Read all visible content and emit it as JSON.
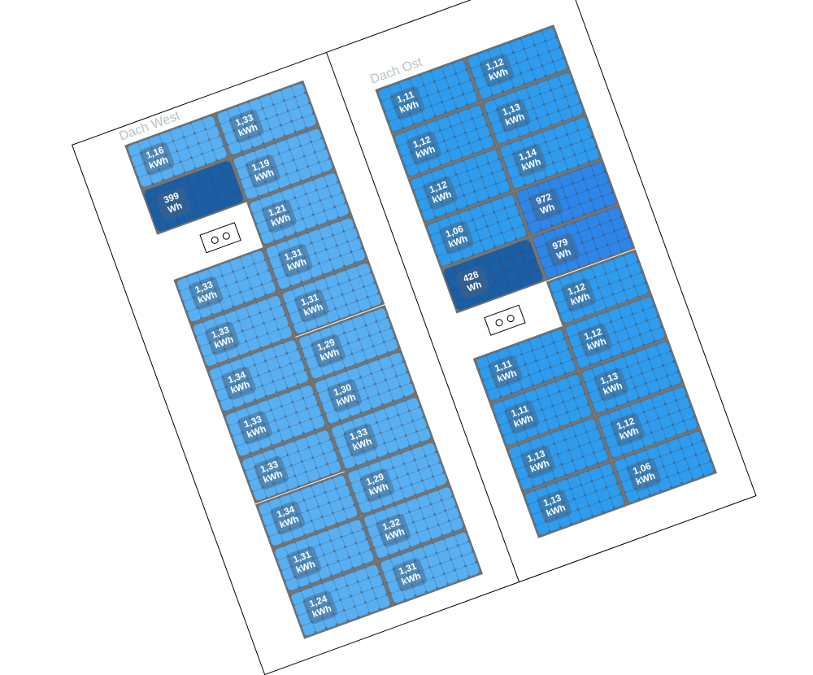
{
  "colors": {
    "normal_west": "#58b0f2",
    "normal_east": "#2f9ced",
    "medium": "#2d86e8",
    "dark": "#1a5ea6",
    "frame": "#6f6f6f"
  },
  "roofs": {
    "west": {
      "label": "Dach West",
      "col1_upper": [
        {
          "value": "1,16",
          "unit": "kWh",
          "tone": "normal"
        },
        {
          "value": "399",
          "unit": "Wh",
          "tone": "dark"
        }
      ],
      "col1_lower": [
        {
          "value": "1,33",
          "unit": "kWh",
          "tone": "normal"
        },
        {
          "value": "1,33",
          "unit": "kWh",
          "tone": "normal"
        },
        {
          "value": "1,34",
          "unit": "kWh",
          "tone": "normal"
        },
        {
          "value": "1,33",
          "unit": "kWh",
          "tone": "normal"
        },
        {
          "value": "1,33",
          "unit": "kWh",
          "tone": "normal"
        },
        {
          "value": "1,34",
          "unit": "kWh",
          "tone": "normal"
        },
        {
          "value": "1,31",
          "unit": "kWh",
          "tone": "normal"
        },
        {
          "value": "1,24",
          "unit": "kWh",
          "tone": "normal"
        }
      ],
      "col2": [
        {
          "value": "1,33",
          "unit": "kWh",
          "tone": "normal"
        },
        {
          "value": "1,19",
          "unit": "kWh",
          "tone": "normal"
        },
        {
          "value": "1,21",
          "unit": "kWh",
          "tone": "normal"
        },
        {
          "value": "1,31",
          "unit": "kWh",
          "tone": "normal"
        },
        {
          "value": "1,31",
          "unit": "kWh",
          "tone": "normal"
        },
        {
          "value": "1,29",
          "unit": "kWh",
          "tone": "normal"
        },
        {
          "value": "1,30",
          "unit": "kWh",
          "tone": "normal"
        },
        {
          "value": "1,33",
          "unit": "kWh",
          "tone": "normal"
        },
        {
          "value": "1,29",
          "unit": "kWh",
          "tone": "normal"
        },
        {
          "value": "1,32",
          "unit": "kWh",
          "tone": "normal"
        },
        {
          "value": "1,31",
          "unit": "kWh",
          "tone": "normal"
        }
      ]
    },
    "east": {
      "label": "Dach Ost",
      "col1_upper": [
        {
          "value": "1,11",
          "unit": "kWh",
          "tone": "normal"
        },
        {
          "value": "1,12",
          "unit": "kWh",
          "tone": "normal"
        },
        {
          "value": "1,12",
          "unit": "kWh",
          "tone": "normal"
        },
        {
          "value": "1,06",
          "unit": "kWh",
          "tone": "normal"
        },
        {
          "value": "428",
          "unit": "Wh",
          "tone": "dark"
        }
      ],
      "col1_lower": [
        {
          "value": "1,11",
          "unit": "kWh",
          "tone": "normal"
        },
        {
          "value": "1,11",
          "unit": "kWh",
          "tone": "normal"
        },
        {
          "value": "1,13",
          "unit": "kWh",
          "tone": "normal"
        },
        {
          "value": "1,13",
          "unit": "kWh",
          "tone": "normal"
        }
      ],
      "col2": [
        {
          "value": "1,12",
          "unit": "kWh",
          "tone": "normal"
        },
        {
          "value": "1,13",
          "unit": "kWh",
          "tone": "normal"
        },
        {
          "value": "1,14",
          "unit": "kWh",
          "tone": "normal"
        },
        {
          "value": "972",
          "unit": "Wh",
          "tone": "medium"
        },
        {
          "value": "979",
          "unit": "Wh",
          "tone": "medium"
        },
        {
          "value": "1,12",
          "unit": "kWh",
          "tone": "normal"
        },
        {
          "value": "1,12",
          "unit": "kWh",
          "tone": "normal"
        },
        {
          "value": "1,13",
          "unit": "kWh",
          "tone": "normal"
        },
        {
          "value": "1,12",
          "unit": "kWh",
          "tone": "normal"
        },
        {
          "value": "1,06",
          "unit": "kWh",
          "tone": "normal"
        }
      ]
    }
  }
}
